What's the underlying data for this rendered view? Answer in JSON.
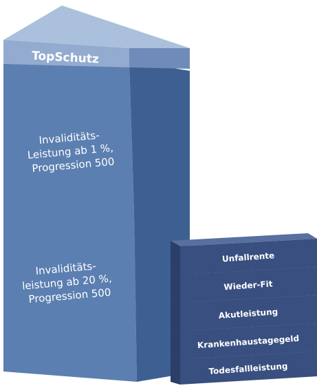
{
  "diagram": {
    "top_cap": {
      "label": "TopSchutz"
    },
    "upper_block": {
      "lines": [
        "Invaliditäts-",
        "Leistung ab 1 %,",
        "Progression 500"
      ]
    },
    "lower_block": {
      "lines": [
        "Invaliditäts-",
        "leistung ab 20 %,",
        "Progression 500"
      ]
    },
    "side_stack": [
      {
        "label": "Unfallrente"
      },
      {
        "label": "Wieder-Fit"
      },
      {
        "label": "Akutleistung"
      },
      {
        "label": "Krankenhaustagegeld"
      },
      {
        "label": "Todesfallleistung"
      }
    ]
  },
  "colors": {
    "block_front": "#5b7fb0",
    "block_side": "#3e5f92",
    "block_top": "#7e9bc8",
    "cap_front": "#94abd0",
    "cap_top": "#aac0dd",
    "cap_side": "#6f8bba",
    "side_box_front": "#384f7f",
    "side_box_top": "#5870a0",
    "side_box_side": "#2b3f69"
  }
}
